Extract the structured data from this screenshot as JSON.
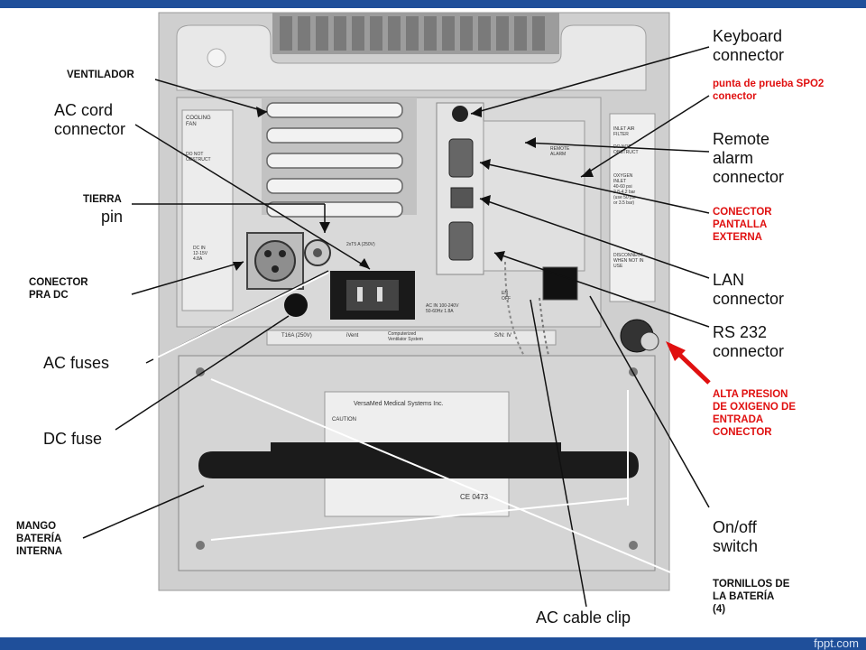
{
  "labels": {
    "ventilador": "VENTILADOR",
    "ac_cord": "AC cord\nconnector",
    "tierra": "TIERRA",
    "pin": "pin",
    "conector_dc": "CONECTOR\nPRA DC",
    "ac_fuses": "AC fuses",
    "dc_fuse": "DC fuse",
    "mango": "MANGO\nBATERÍA\nINTERNA",
    "keyboard": "Keyboard\nconnector",
    "spo2": "punta de prueba SPO2\nconector",
    "remote_alarm": "Remote\nalarm\nconnector",
    "pantalla": "CONECTOR\nPANTALLA\nEXTERNA",
    "lan": "LAN\nconnector",
    "rs232": "RS 232\nconnector",
    "alta_presion": "ALTA PRESION\nDE OXIGENO DE\nENTRADA\nCONECTOR",
    "onoff": "On/off\nswitch",
    "tornillos": "TORNILLOS DE\nLA BATERÍA\n(4)",
    "ac_clip": "AC cable clip"
  },
  "device_text": {
    "cooling": "COOLING\nFAN",
    "do_not": "DO NOT\nOBSTRUCT",
    "dc_in": "DC IN\n12-15V\n4.8A",
    "inlet": "INLET AIR\nFILTER",
    "do_not2": "DO NOT\nOBSTRUCT",
    "oxygen": "OXYGEN\nINLET\n40-60 psi\n2.8-4.2 bar\n(use 50 psi\nor 3.5 bar)",
    "disconnect": "DISCONNECT\nWHEN NOT IN\nUSE",
    "remote": "REMOTE\nALARM",
    "ac_in": "AC IN 100-240V\n50-60Hz 1.8A",
    "fuse": "2xT5 A (250V)",
    "en_off": "EN\nOFF",
    "fuse2": "T16A (250V)",
    "vent": "iVent",
    "computerized": "Computerized\nVentilator System",
    "sn": "S/N: IV",
    "company": "VersaMed Medical Systems Inc.",
    "caution": "CAUTION",
    "ce": "CE 0473"
  },
  "watermark": "fppt.com"
}
